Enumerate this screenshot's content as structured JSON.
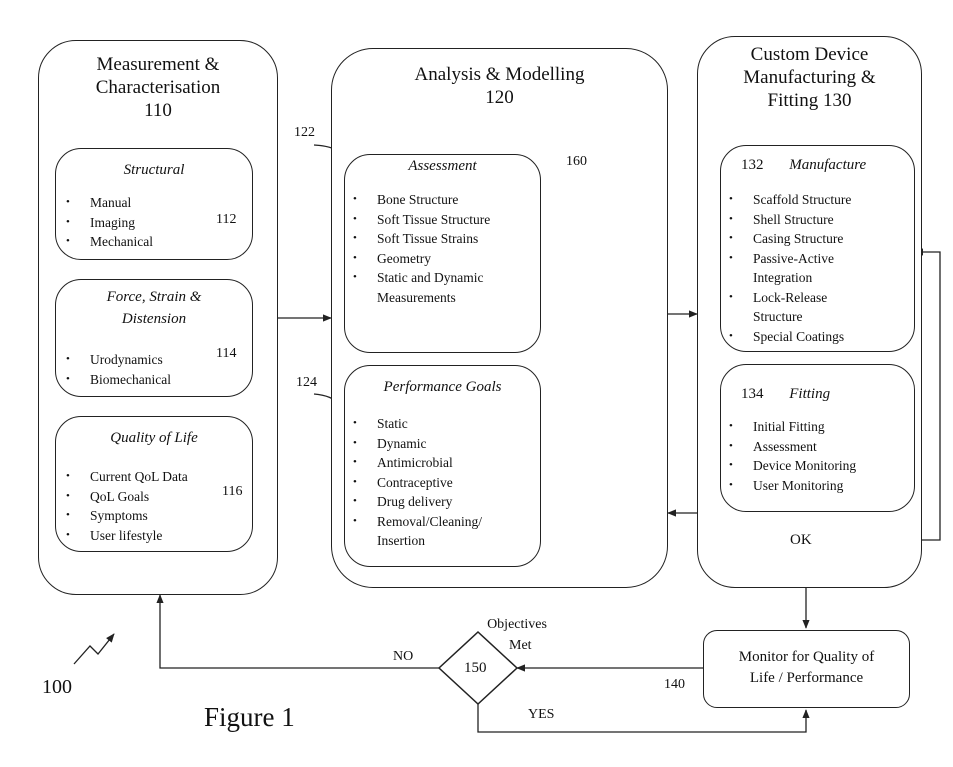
{
  "measurement": {
    "title": [
      "Measurement &",
      "Characterisation",
      "110"
    ],
    "structural": {
      "title": "Structural",
      "items": [
        "Manual",
        "Imaging",
        "Mechanical"
      ],
      "ref": "112"
    },
    "force": {
      "title": [
        "Force, Strain &",
        "Distension"
      ],
      "items": [
        "Urodynamics",
        "Biomechanical"
      ],
      "ref": "114"
    },
    "qol": {
      "title": "Quality of Life",
      "items": [
        "Current QoL Data",
        "QoL Goals",
        "Symptoms",
        "User lifestyle"
      ],
      "ref": "116"
    }
  },
  "analysis": {
    "title": [
      "Analysis & Modelling",
      "120"
    ],
    "assessment": {
      "title": "Assessment",
      "ref": "122",
      "items": [
        "Bone Structure",
        "Soft Tissue Structure",
        "Soft Tissue Strains",
        "Geometry",
        "Static and Dynamic Measurements"
      ]
    },
    "performance": {
      "title": "Performance Goals",
      "ref": "124",
      "items": [
        "Static",
        "Dynamic",
        "Antimicrobial",
        "Contraceptive",
        "Drug delivery",
        "Removal/Cleaning/ Insertion"
      ]
    },
    "model_ref": "160"
  },
  "manufacturing": {
    "title": [
      "Custom Device",
      "Manufacturing &",
      "Fitting 130"
    ],
    "manufacture": {
      "ref": "132",
      "title": "Manufacture",
      "items": [
        "Scaffold Structure",
        "Shell Structure",
        "Casing Structure",
        "Passive-Active Integration",
        "Lock-Release Structure",
        "Special Coatings"
      ]
    },
    "fitting": {
      "ref": "134",
      "title": "Fitting",
      "items": [
        "Initial Fitting",
        "Assessment",
        "Device Monitoring",
        "User Monitoring"
      ]
    }
  },
  "decision_ok": "OK",
  "monitor": {
    "title": [
      "Monitor for Quality of",
      "Life / Performance"
    ],
    "ref": "140"
  },
  "objectives": {
    "label": [
      "Objectives",
      "Met"
    ],
    "ref": "150",
    "no": "NO",
    "yes": "YES"
  },
  "figure_ref": "100",
  "figure_caption": "Figure 1"
}
